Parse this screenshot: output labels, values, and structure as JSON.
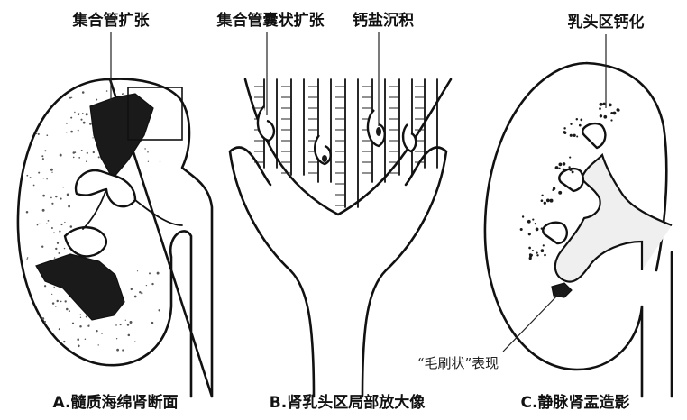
{
  "labels": {
    "a_collecting_duct_dilation": "集合管扩张",
    "b_collecting_duct_cystic_dilation": "集合管囊状扩张",
    "b_calcium_deposit": "钙盐沉积",
    "c_papillary_calcification": "乳头区钙化",
    "c_brush_sign": "“毛刷状”表现"
  },
  "captions": {
    "a": "A.髓质海绵肾断面",
    "b": "B.肾乳头区局部放大像",
    "c": "C.静脉肾盂造影"
  }
}
